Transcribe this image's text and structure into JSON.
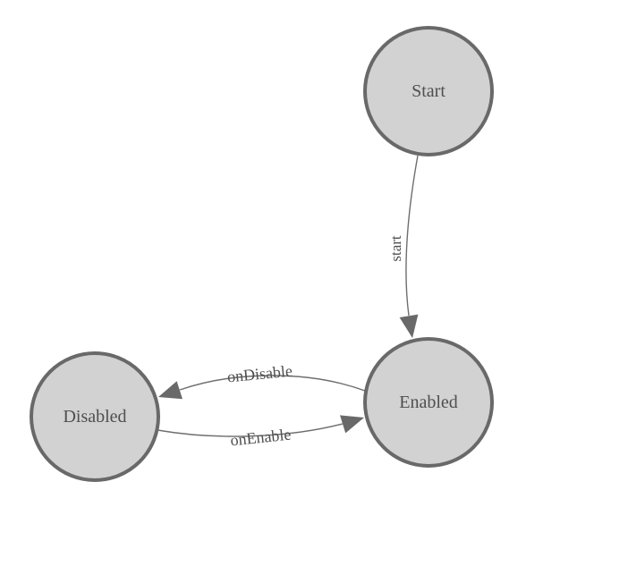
{
  "diagram": {
    "type": "state-machine",
    "background_color": "#ffffff",
    "node_fill_color": "#d2d2d2",
    "node_border_color": "#696969",
    "edge_color": "#6e6e6e",
    "text_color": "#4f4f4f",
    "nodes": [
      {
        "id": "start",
        "label": "Start"
      },
      {
        "id": "enabled",
        "label": "Enabled"
      },
      {
        "id": "disabled",
        "label": "Disabled"
      }
    ],
    "edges": [
      {
        "from": "Start",
        "to": "Enabled",
        "label": "start"
      },
      {
        "from": "Enabled",
        "to": "Disabled",
        "label": "onDisable"
      },
      {
        "from": "Disabled",
        "to": "Enabled",
        "label": "onEnable"
      }
    ]
  }
}
